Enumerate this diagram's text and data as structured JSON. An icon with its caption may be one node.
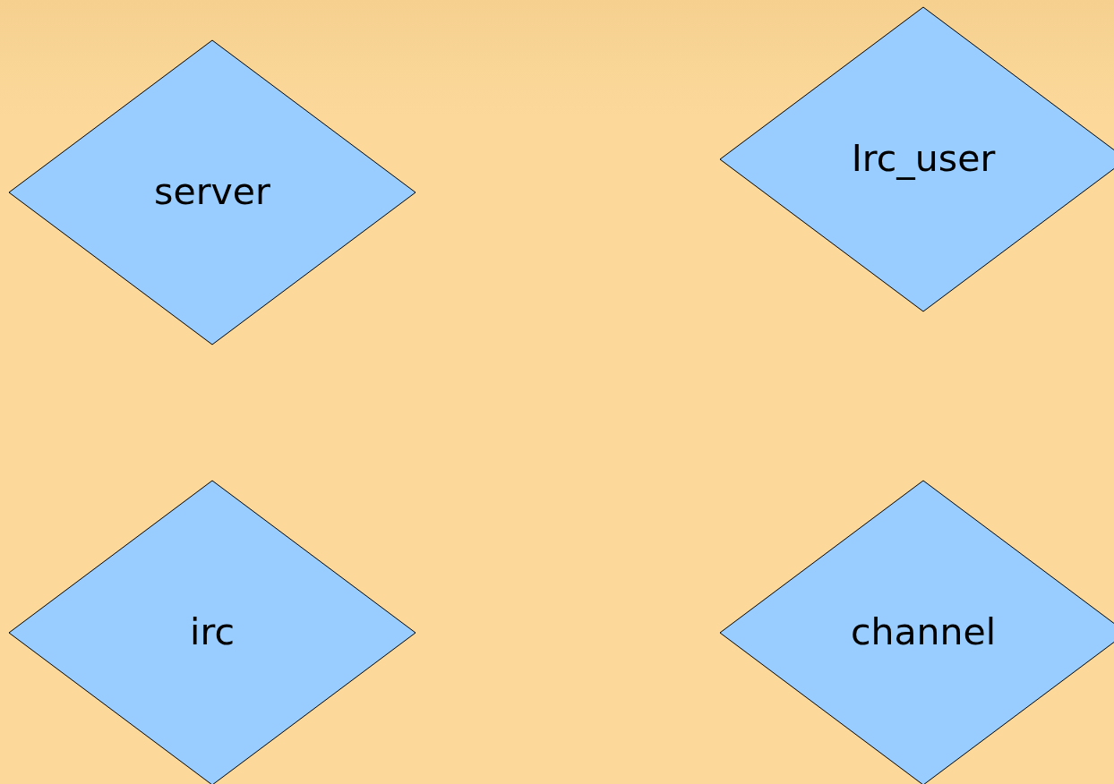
{
  "diagram": {
    "nodes": [
      {
        "text": [
          "server"
        ]
      },
      {
        "text": [
          "Irc_user"
        ]
      },
      {
        "text": [
          "irc"
        ]
      },
      {
        "text": [
          "channel"
        ]
      }
    ]
  }
}
